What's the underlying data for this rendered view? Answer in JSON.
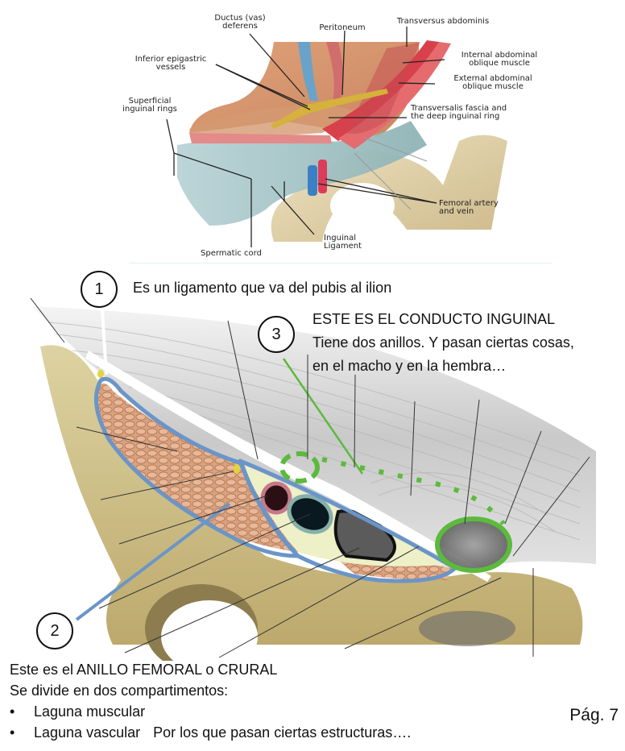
{
  "top_figure": {
    "labels": {
      "ductus_deferens": "Ductus (vas)\ndeferens",
      "peritoneum": "Peritoneum",
      "transversus_abdominis": "Transversus abdominis",
      "inferior_epigastric": "Inferior epigastric\nvessels",
      "internal_oblique": "Internal abdominal\noblique muscle",
      "external_oblique": "External abdominal\noblique muscle",
      "superficial_rings": "Superficial\ninguinal rings",
      "transversalis_fascia": "Transversalis fascia and\nthe deep inguinal ring",
      "femoral_vessels": "Femoral artery\nand vein",
      "inguinal_ligament": "Inguinal\nLigament",
      "spermatic_cord": "Spermatic cord"
    }
  },
  "annotations": {
    "marker_1": "1",
    "note_1": "Es un ligamento que va del pubis al ilion",
    "marker_3": "3",
    "note_3_line1": "ESTE ES EL CONDUCTO INGUINAL",
    "note_3_line2": "Tiene dos anillos. Y pasan ciertas cosas,",
    "note_3_line3": "en el macho y en la hembra…",
    "marker_2": "2"
  },
  "bottom": {
    "line1": "Este es el ANILLO FEMORAL o CRURAL",
    "line2": "Se divide en dos compartimentos:",
    "bullet_char": "•",
    "items": [
      "Laguna muscular",
      "Laguna vascular"
    ],
    "item2_extra": "Por los que pasan ciertas estructuras….",
    "page": "Pág. 7"
  },
  "colors": {
    "outline_blue": "#6a95c8",
    "highlight_green": "#5cba3c",
    "bone": "#d9cc98",
    "muscle": "#d9a27e"
  }
}
